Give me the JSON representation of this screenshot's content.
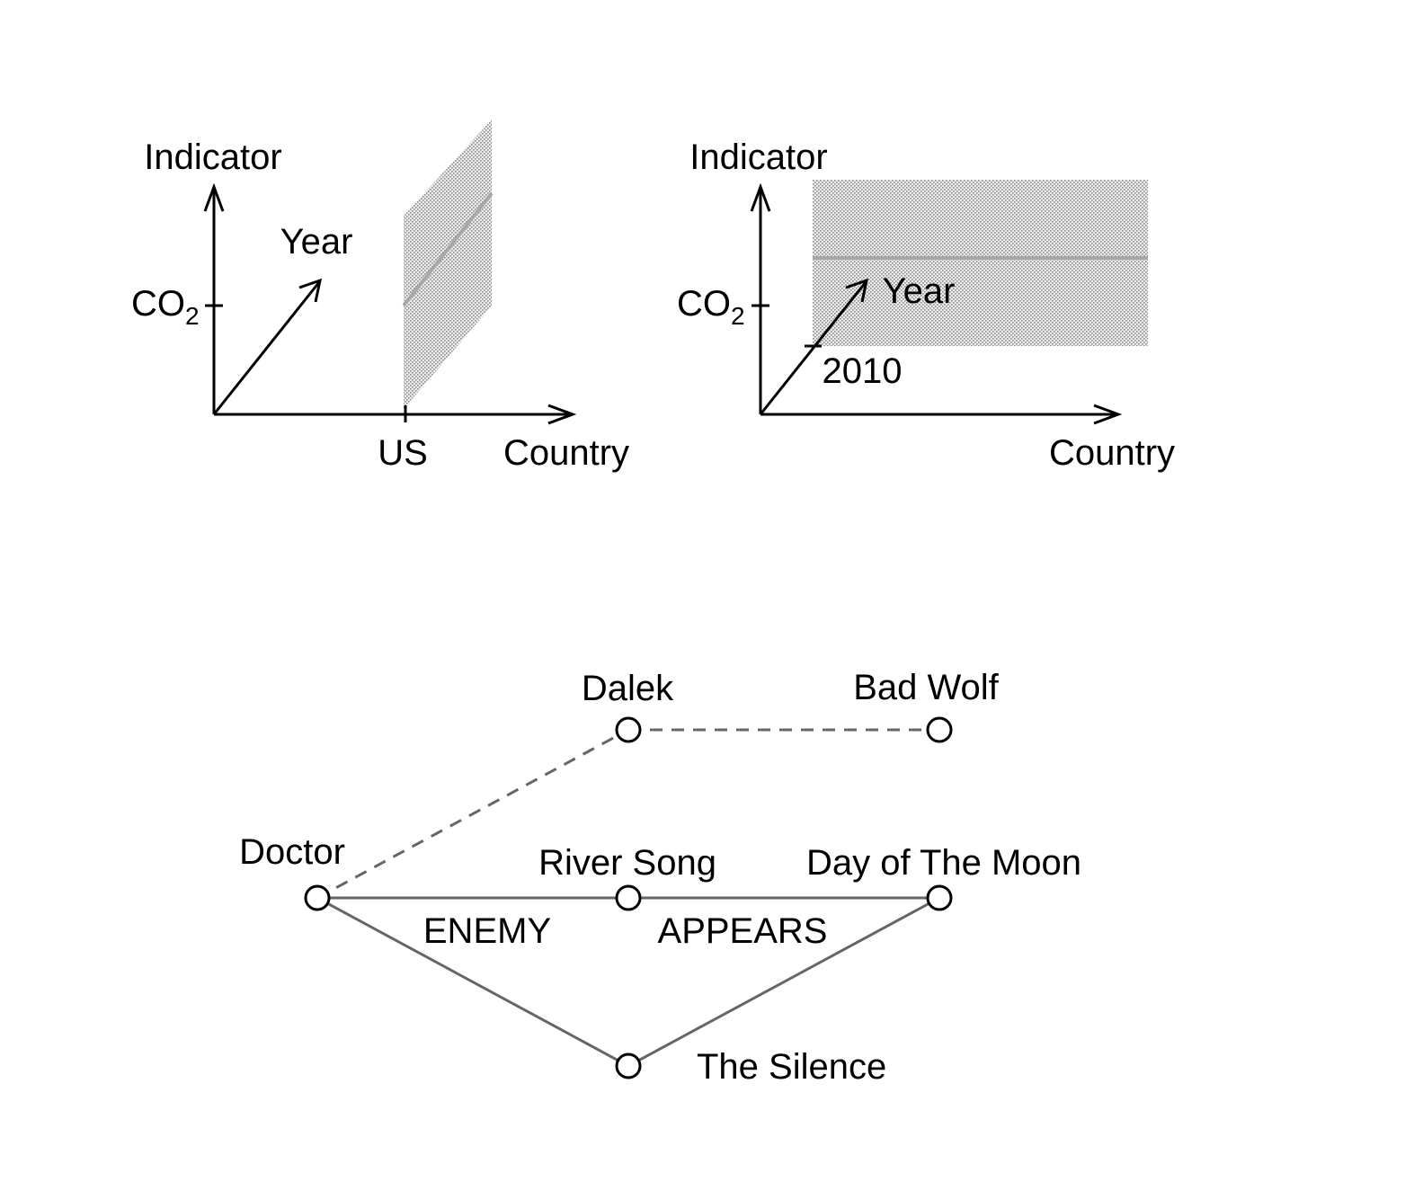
{
  "colors": {
    "axis": "#000000",
    "slice_fill": "#e6e6e6",
    "slice_line": "#a8a8a8",
    "edge": "#666666"
  },
  "left_cube": {
    "y_axis_label": "Indicator",
    "depth_axis_label": "Year",
    "x_axis_label": "Country",
    "y_tick_label_main": "CO",
    "y_tick_label_sub": "2",
    "x_tick_label": "US"
  },
  "right_cube": {
    "y_axis_label": "Indicator",
    "depth_axis_label": "Year",
    "x_axis_label": "Country",
    "y_tick_label_main": "CO",
    "y_tick_label_sub": "2",
    "depth_tick_label": "2010"
  },
  "graph": {
    "nodes": [
      {
        "id": "doctor",
        "label": "Doctor"
      },
      {
        "id": "dalek",
        "label": "Dalek"
      },
      {
        "id": "bad-wolf",
        "label": "Bad Wolf"
      },
      {
        "id": "river-song",
        "label": "River Song"
      },
      {
        "id": "day-of-the-moon",
        "label": "Day of The Moon"
      },
      {
        "id": "the-silence",
        "label": "The Silence"
      }
    ],
    "edge_labels": {
      "enemy": "ENEMY",
      "appears": "APPEARS"
    },
    "edges": [
      {
        "from": "doctor",
        "to": "dalek",
        "style": "dashed"
      },
      {
        "from": "dalek",
        "to": "bad-wolf",
        "style": "dashed"
      },
      {
        "from": "doctor",
        "to": "river-song",
        "style": "solid"
      },
      {
        "from": "river-song",
        "to": "day-of-the-moon",
        "style": "solid"
      },
      {
        "from": "doctor",
        "to": "the-silence",
        "style": "solid"
      },
      {
        "from": "the-silence",
        "to": "day-of-the-moon",
        "style": "solid"
      }
    ]
  }
}
